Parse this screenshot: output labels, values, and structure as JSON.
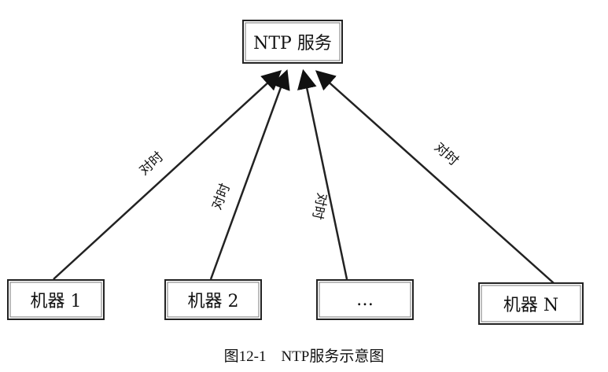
{
  "diagram": {
    "server": {
      "label": "NTP 服务"
    },
    "machines": [
      {
        "label": "机器 1"
      },
      {
        "label": "机器 2"
      },
      {
        "label": "…"
      },
      {
        "label": "机器 N"
      }
    ],
    "edge_labels": [
      "对时",
      "对时",
      "对时",
      "对时"
    ]
  },
  "caption": "图12-1　NTP服务示意图"
}
